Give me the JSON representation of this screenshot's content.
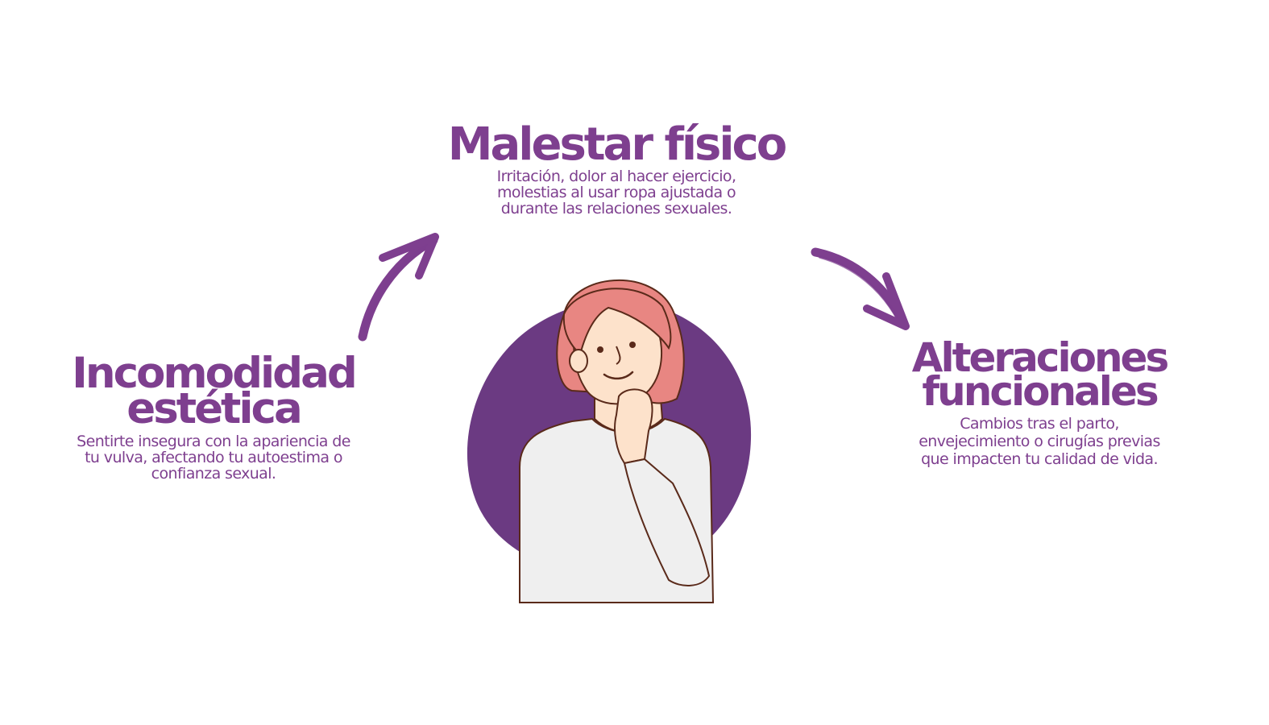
{
  "colors": {
    "accent": "#7e3f8f",
    "circle": "#6b3a82",
    "hair": "#e88682",
    "skin": "#fde2cb",
    "shirt": "#efefef",
    "outline": "#5a2a1a"
  },
  "top": {
    "title": "Malestar físico",
    "desc_lines": [
      "Irritación, dolor al hacer ejercicio,",
      "molestias al usar ropa ajustada o",
      "durante las relaciones sexuales."
    ]
  },
  "left": {
    "title_lines": [
      "Incomodidad",
      "estética"
    ],
    "desc_lines": [
      "Sentirte insegura con la apariencia de",
      "tu vulva, afectando tu autoestima o",
      "confianza sexual."
    ]
  },
  "right": {
    "title_lines": [
      "Alteraciones",
      "funcionales"
    ],
    "desc_lines": [
      "Cambios tras el parto,",
      "envejecimiento o cirugías previas",
      "que impacten tu calidad de vida."
    ]
  },
  "icons": {
    "arrow_left": "curved-arrow-up-right-icon",
    "arrow_right": "curved-arrow-down-right-icon",
    "illustration": "thinking-woman-illustration"
  }
}
